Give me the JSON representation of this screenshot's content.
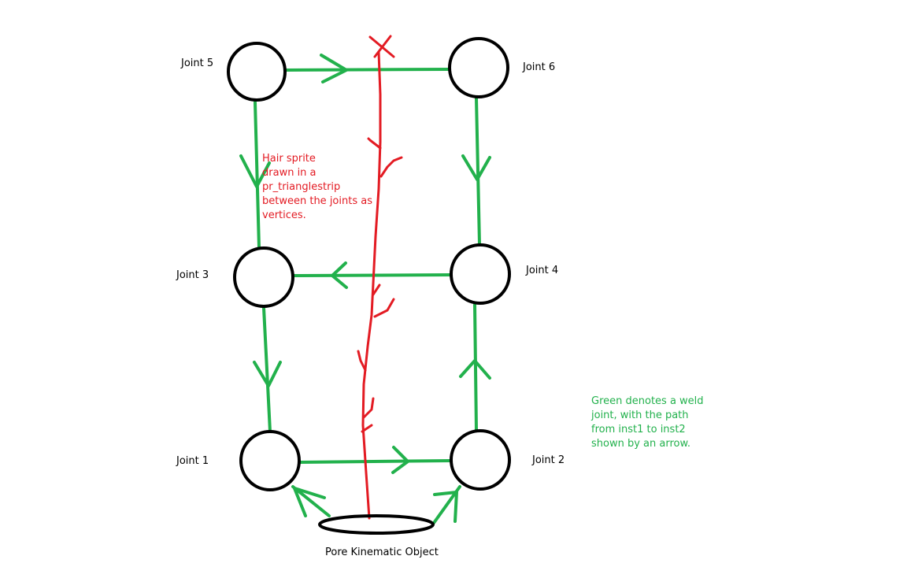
{
  "labels": {
    "joint5": "Joint 5",
    "joint6": "Joint 6",
    "joint3": "Joint 3",
    "joint4": "Joint 4",
    "joint1": "Joint 1",
    "joint2": "Joint 2",
    "pore": "Pore Kinematic Object"
  },
  "notes": {
    "hair": "Hair sprite\ndrawn in a\npr_trianglestrip\nbetween the joints as\nvertices.",
    "weld": "Green denotes a weld\njoint, with the path\nfrom inst1 to inst2\nshown by an arrow."
  },
  "colors": {
    "weld": "#22b14c",
    "hair": "#e31b23",
    "outline": "#000000"
  }
}
